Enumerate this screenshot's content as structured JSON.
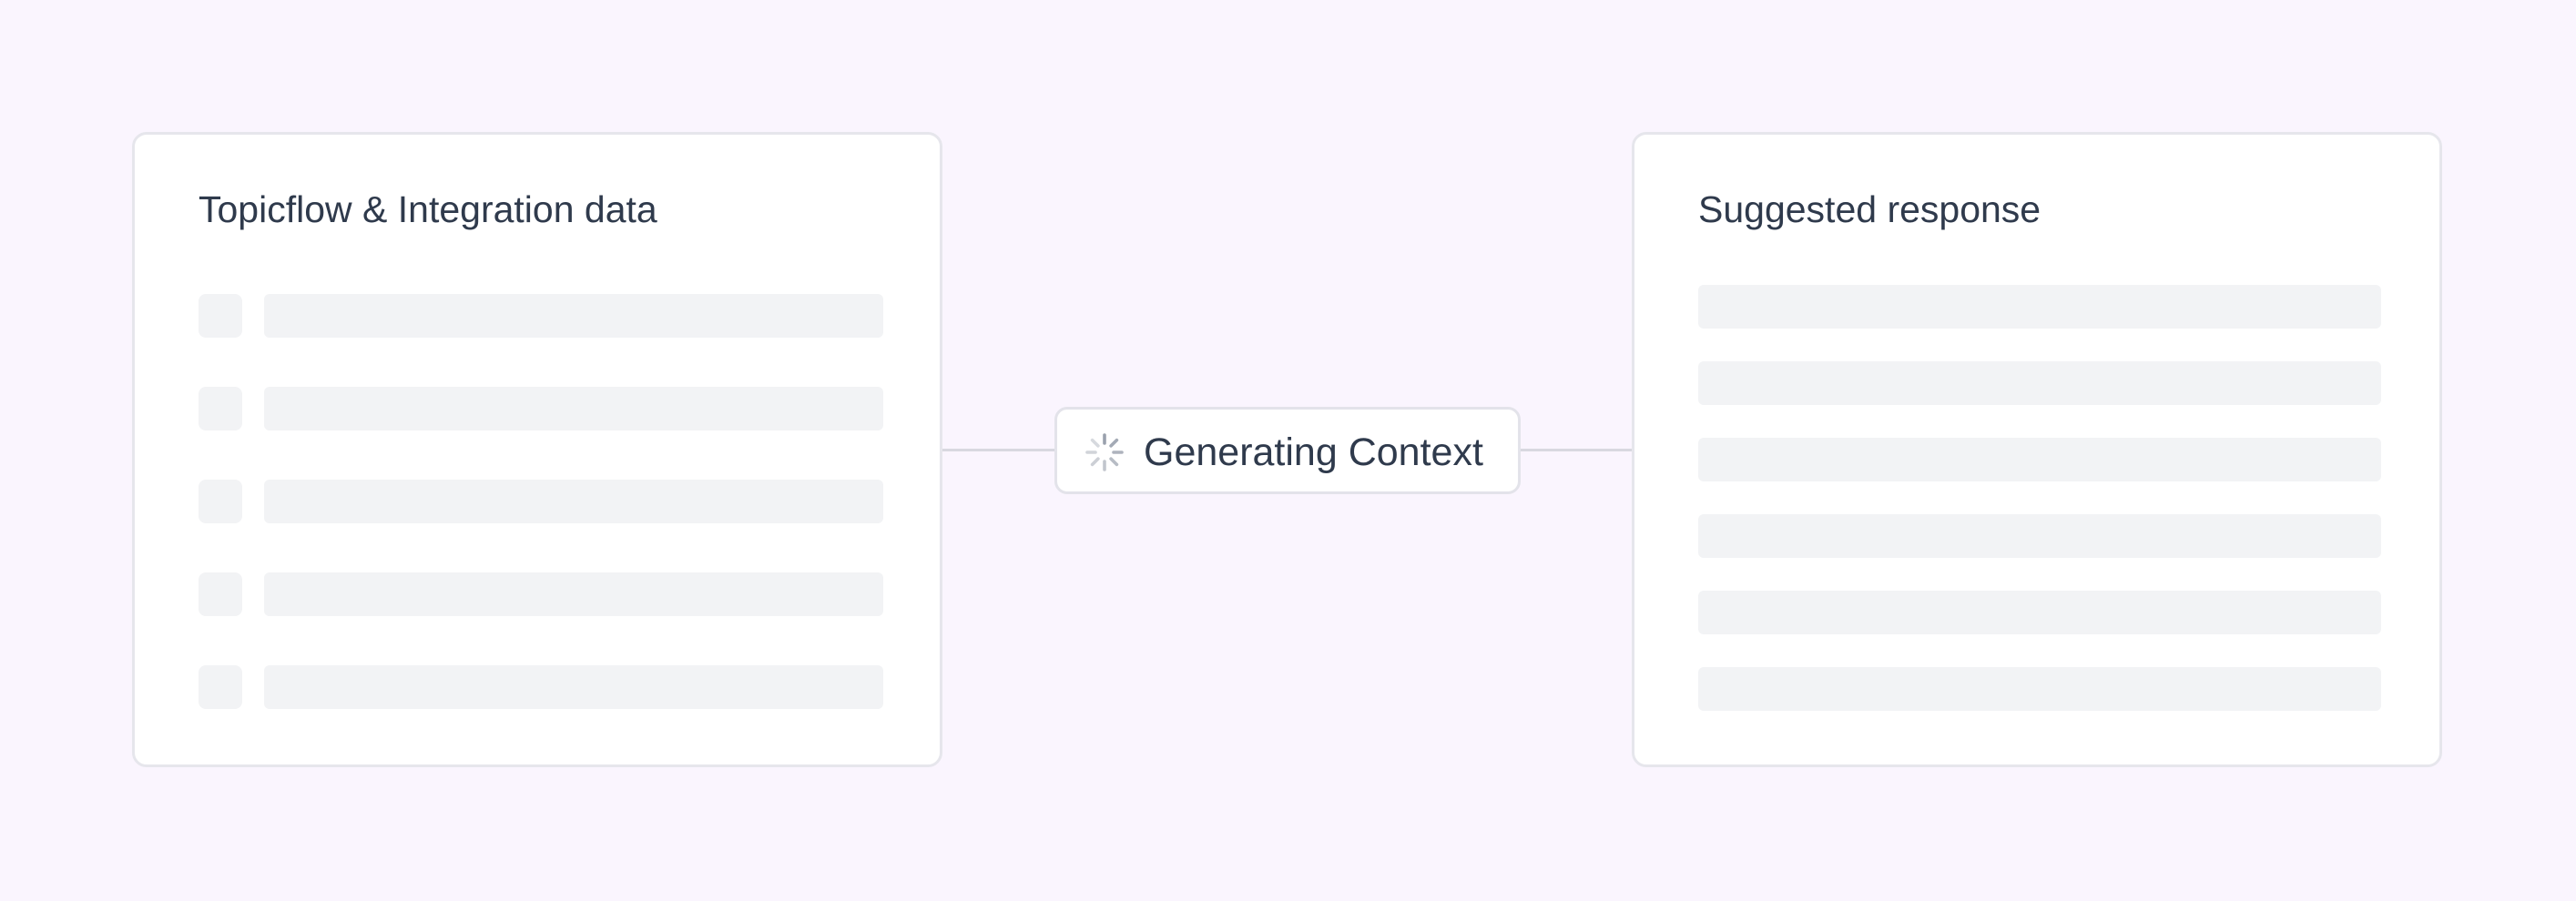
{
  "source_panel": {
    "title": "Topicflow & Integration data",
    "placeholder_rows": 5
  },
  "status": {
    "label": "Generating Context",
    "icon": "spinner-icon",
    "state": "loading"
  },
  "response_panel": {
    "title": "Suggested response",
    "placeholder_lines": 6
  },
  "colors": {
    "background": "#faf5fe",
    "card": "#ffffff",
    "card_border": "#e6e6ec",
    "skeleton": "#f2f3f5",
    "connector": "#d8d8e0",
    "text": "#2f3a4c",
    "spinner": "#9aa1ad"
  }
}
